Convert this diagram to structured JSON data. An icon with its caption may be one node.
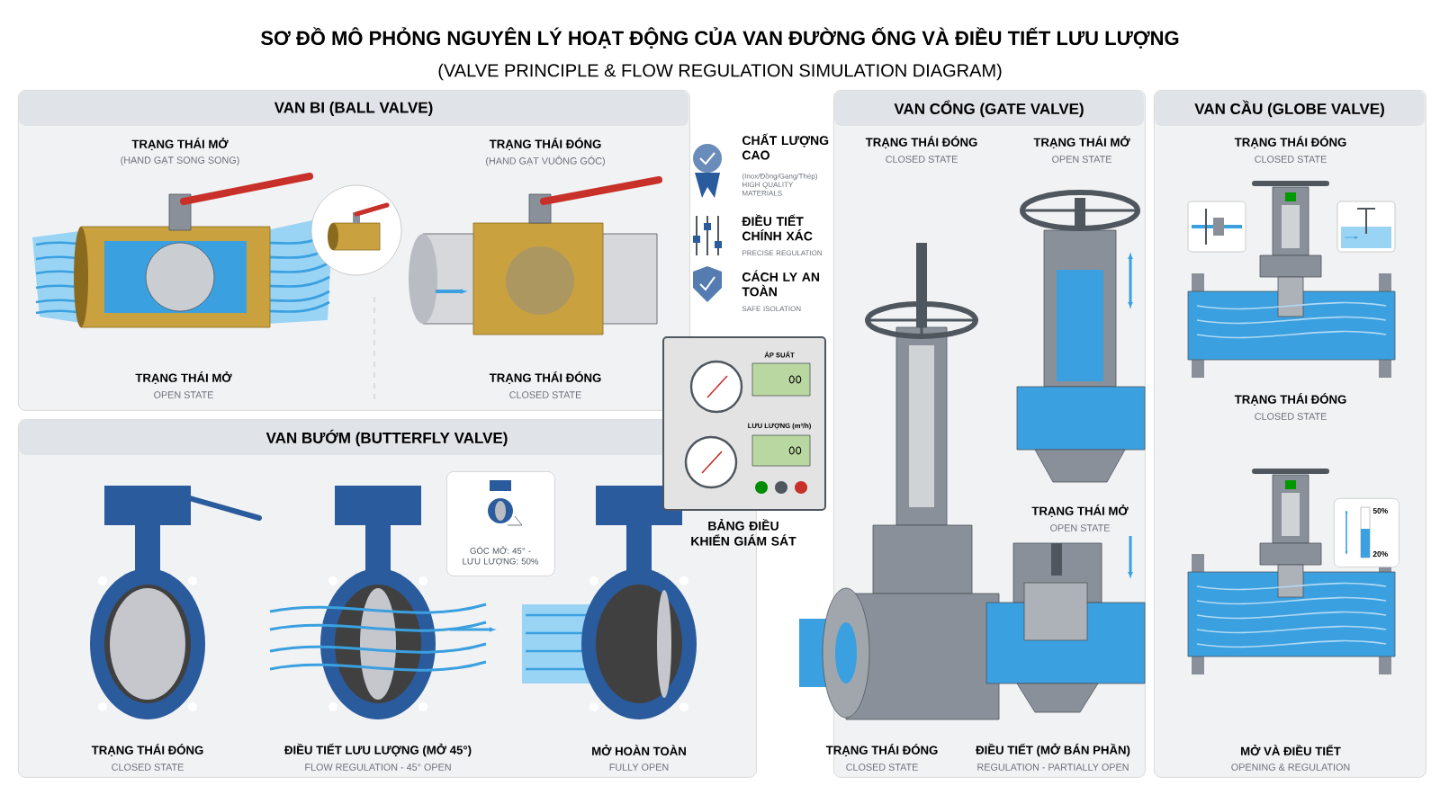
{
  "diagram": {
    "title": "SƠ ĐỒ MÔ PHỎNG NGUYÊN LÝ HOẠT ĐỘNG CỦA VAN ĐƯỜNG ỐNG VÀ ĐIỀU TIẾT LƯU LƯỢNG",
    "nodes": [
      {
        "text": [
          "VAN BI (BALL VALVE)"
        ]
      },
      {
        "text": [],
        "shape": "circle",
        "in": 0
      },
      {
        "text": [
          "VAN BƯỚM (BUTTERFLY VALVE)"
        ]
      },
      {
        "text": [
          "GÓC MỞ: 45° - LƯU LƯỢNG: 50%"
        ],
        "in": 2
      },
      {
        "text": [
          "ÁP SUẤT",
          "00",
          "LƯU LƯỢNG (m³/h)",
          "00"
        ],
        "beside": [
          "BẢNG ĐIỀU KHIỂN GIÁM SÁT"
        ]
      },
      {
        "text": [
          "VAN CỔNG (GATE VALVE)"
        ]
      },
      {
        "text": [
          "VAN CẦU (GLOBE VALVE)"
        ]
      },
      {
        "text": [
          "50%",
          "20%"
        ],
        "in": 6
      }
    ],
    "labels": [
      "(VALVE PRINCIPLE & FLOW REGULATION SIMULATION DIAGRAM)",
      "TRẠNG THÁI MỞ",
      "(HAND GẠT SONG SONG)",
      "TRẠNG THÁI ĐÓNG",
      "(HAND GẠT VUÔNG GÓC)",
      "CHẤT LƯỢNG CAO",
      "(Inox/Đồng/Gang/Thép)",
      "HIGH QUALITY MATERIALS",
      "ĐIỀU TIẾT CHÍNH XÁC",
      "PRECISE REGULATION",
      "CÁCH LY AN TOÀN",
      "SAFE ISOLATION",
      "TRẠNG THÁI ĐÓNG",
      "CLOSED STATE",
      "TRẠNG THÁI MỞ",
      "OPEN STATE",
      "TRẠNG THÁI ĐÓNG",
      "CLOSED STATE",
      "TRẠNG THÁI MỞ",
      "OPEN STATE",
      "TRẠNG THÁI ĐÓNG",
      "CLOSED STATE",
      "TRẠNG THÁI ĐÓNG",
      "CLOSED STATE",
      "TRẠNG THÁI MỞ",
      "OPEN STATE",
      "TRẠNG THÁI ĐÓNG",
      "CLOSED STATE",
      "ĐIỀU TIẾT LƯU LƯỢNG (MỞ 45°)",
      "FLOW REGULATION - 45° OPEN",
      "MỞ HOÀN TOÀN",
      "FULLY OPEN",
      "TRẠNG THÁI ĐÓNG",
      "CLOSED STATE",
      "ĐIỀU TIẾT (MỞ BÁN PHẦN)",
      "REGULATION - PARTIALLY OPEN",
      "MỞ VÀ ĐIỀU TIẾT",
      "OPENING & REGULATION"
    ]
  }
}
